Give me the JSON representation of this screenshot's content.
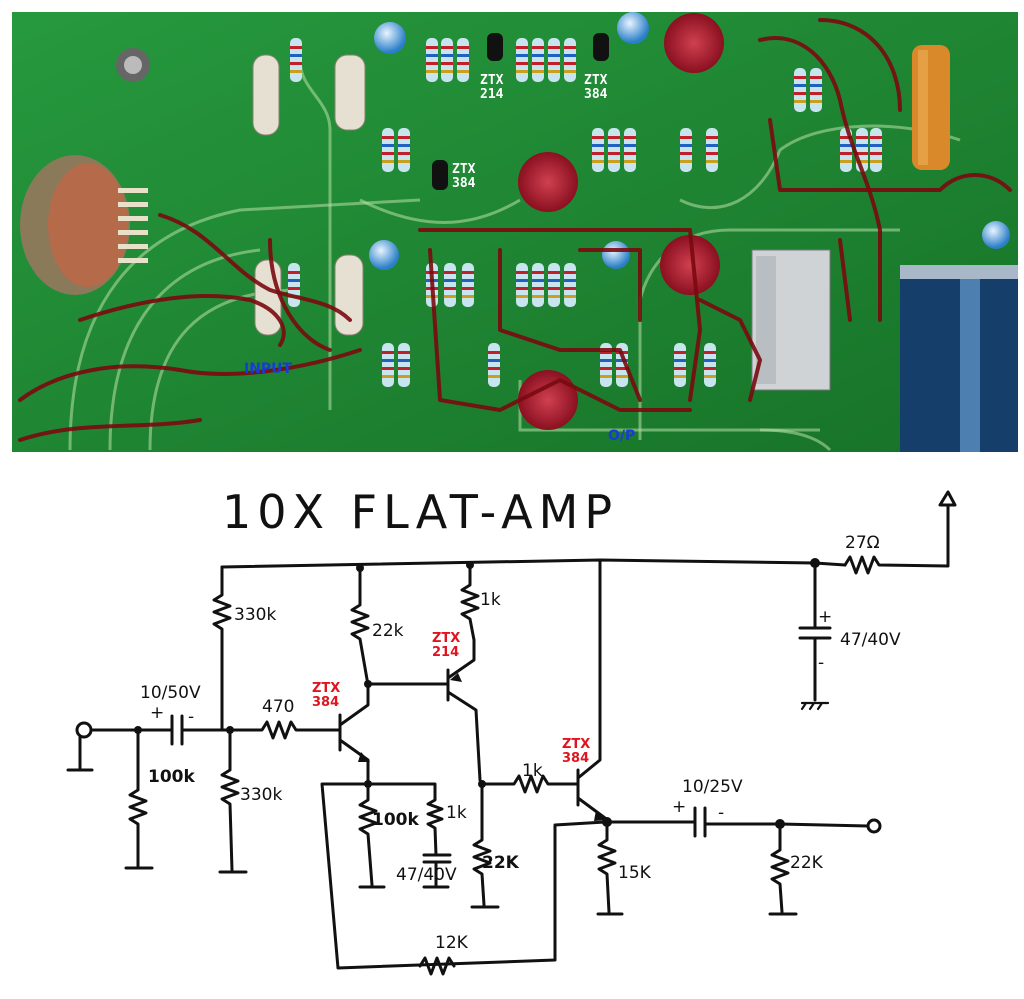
{
  "photo": {
    "labels": {
      "q2": "ZTX\n214",
      "q3": "ZTX\n384",
      "q1": "ZTX\n384",
      "input": "INPUT",
      "output": "O/P"
    },
    "colors": {
      "board": "#1f8a32",
      "trace": "#7a0a10",
      "label_blue": "#1a3ad8"
    }
  },
  "schematic": {
    "title": "10X FLAT-AMP",
    "transistors": [
      {
        "ref": "q1",
        "label": "ZTX\n384"
      },
      {
        "ref": "q2",
        "label": "ZTX\n214"
      },
      {
        "ref": "q3",
        "label": "ZTX\n384"
      }
    ],
    "components": {
      "c_in": "10/50V",
      "r_in_gnd": "100k",
      "r_bias_top": "330k",
      "r_bias_bot": "330k",
      "r_base": "470",
      "r_c1": "22k",
      "r_e1": "100k",
      "r_e1b": "1k",
      "c_e1": "47/40V",
      "r_c2": "1k",
      "r_base3": "1k",
      "r_q2_load": "22K",
      "r_fb": "12K",
      "r_e3": "15K",
      "c_out": "10/25V",
      "r_out": "22K",
      "r_supply": "27Ω",
      "c_supply": "47/40V"
    },
    "colors": {
      "label_red": "#e0141e",
      "ink": "#111111"
    }
  }
}
